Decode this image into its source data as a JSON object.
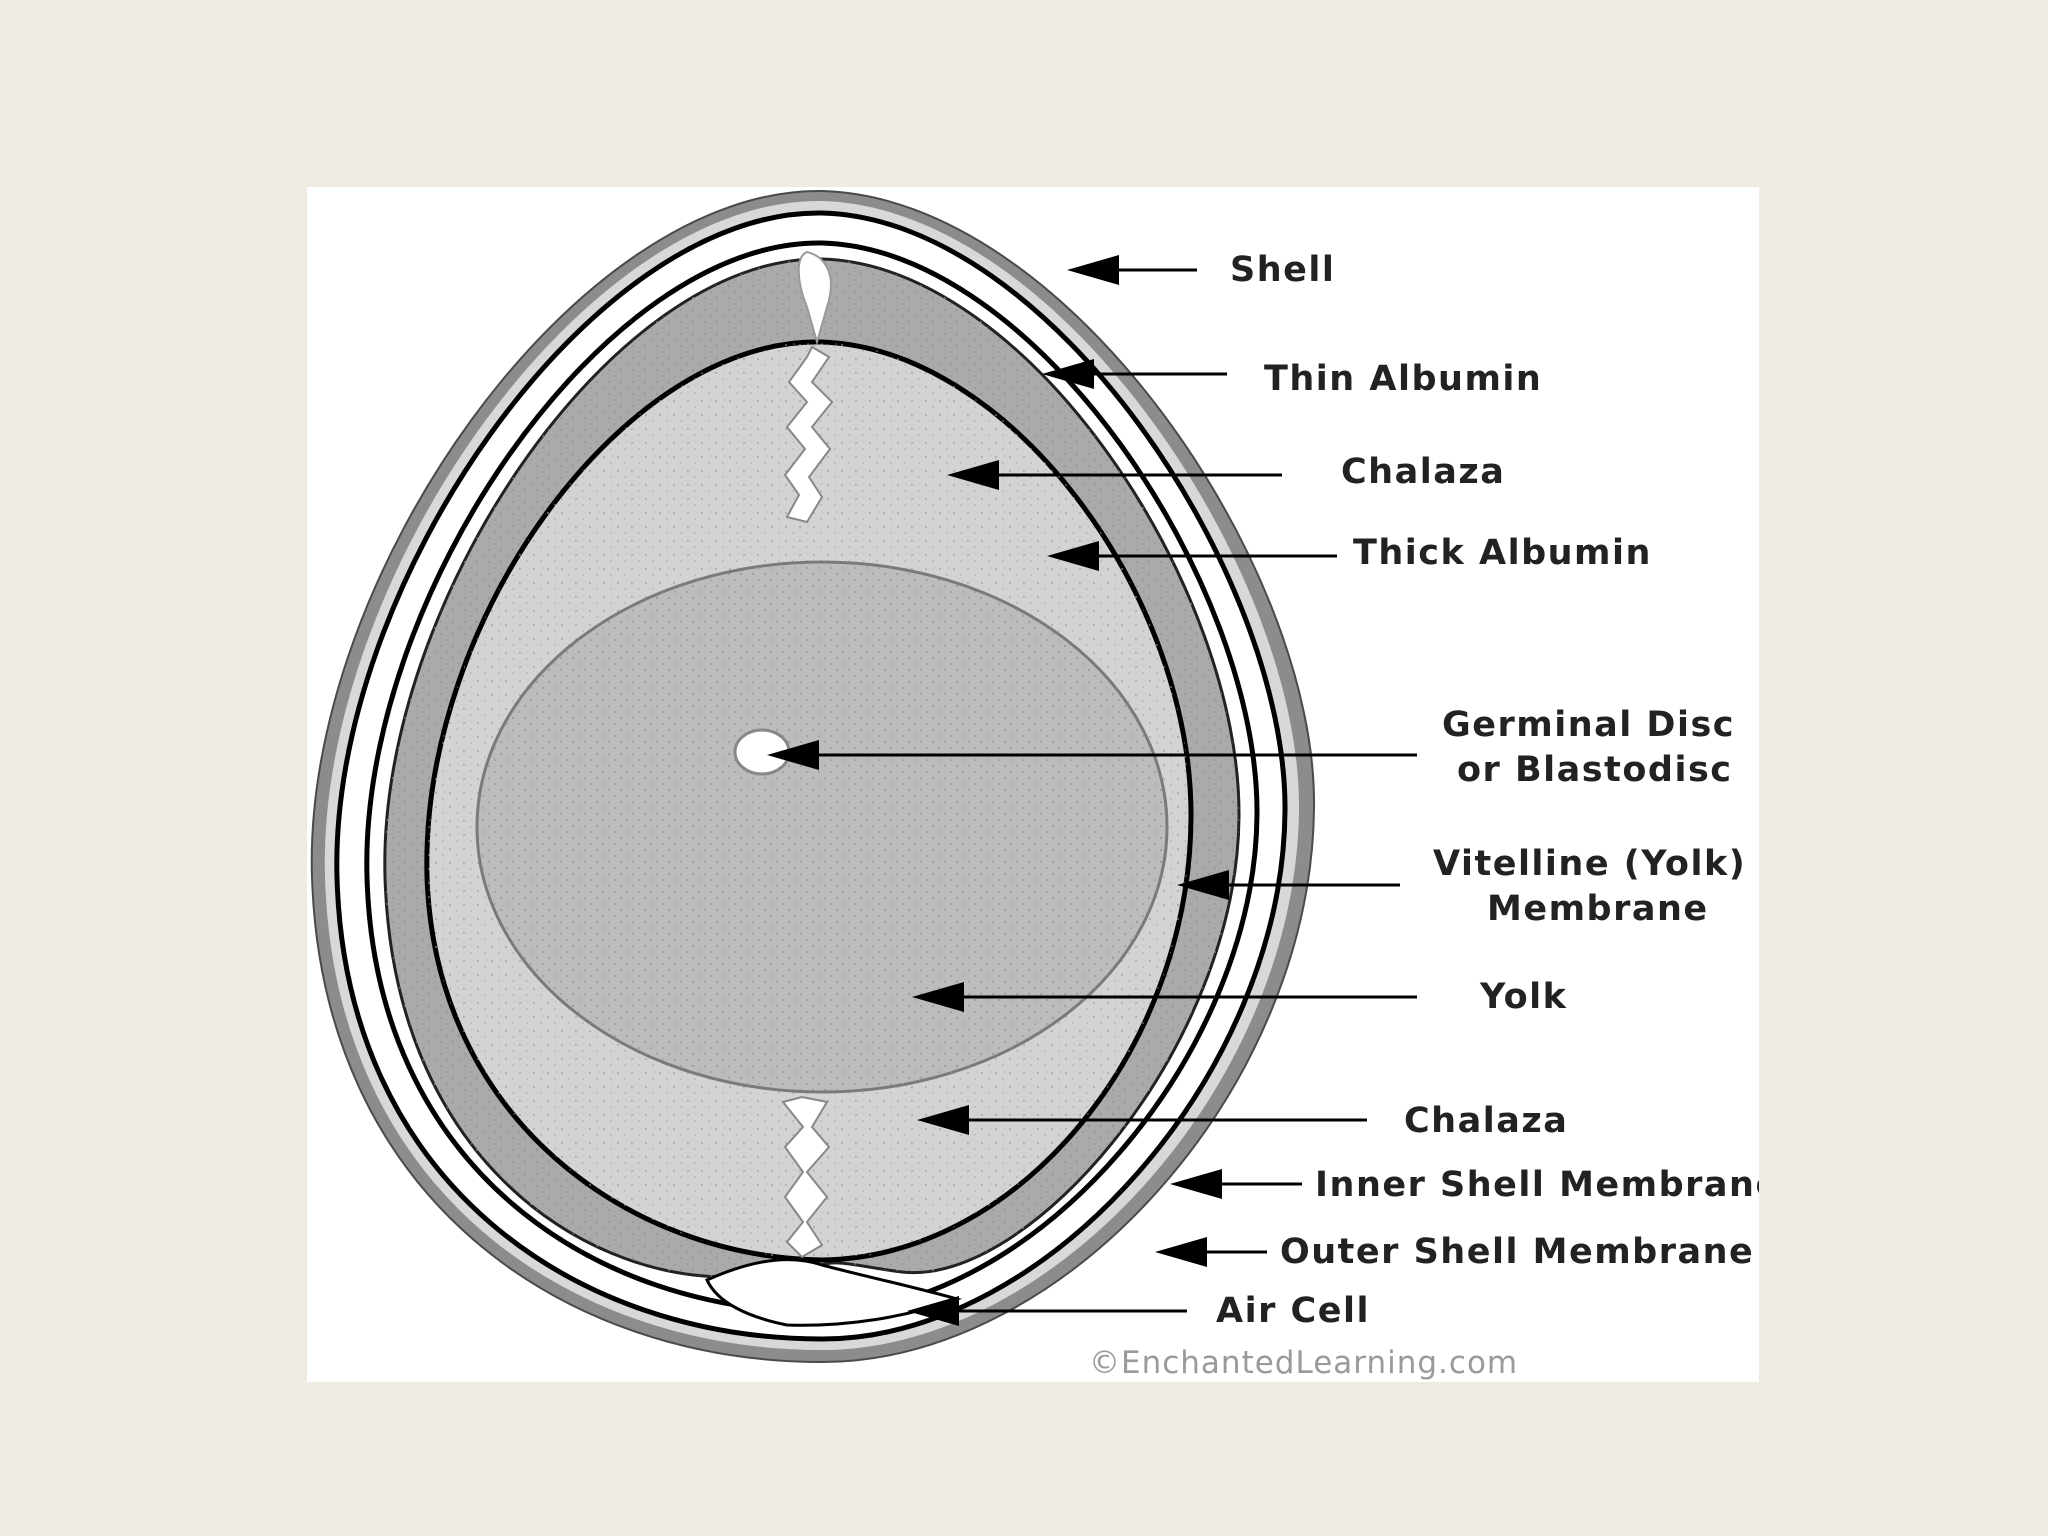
{
  "diagram": {
    "labels": {
      "shell": "Shell",
      "thin_albumin": "Thin Albumin",
      "chalaza_top": "Chalaza",
      "thick_albumin": "Thick Albumin",
      "germinal_disc_line1": "Germinal Disc",
      "germinal_disc_line2": "or Blastodisc",
      "vitelline_line1": "Vitelline (Yolk)",
      "vitelline_line2": "Membrane",
      "yolk": "Yolk",
      "chalaza_bottom": "Chalaza",
      "inner_shell_membrane": "Inner Shell Membrane",
      "outer_shell_membrane": "Outer Shell Membrane",
      "air_cell": "Air Cell"
    },
    "credit": "©EnchantedLearning.com",
    "colors": {
      "page_background": "#efebe3",
      "panel_background": "#ffffff",
      "shell": "#8c8c8c",
      "thin_albumin": "#a9a9a9",
      "thick_albumin": "#d4d4d4",
      "yolk": "#bdbdbd",
      "chalaza": "#ffffff",
      "outline": "#000000"
    }
  }
}
